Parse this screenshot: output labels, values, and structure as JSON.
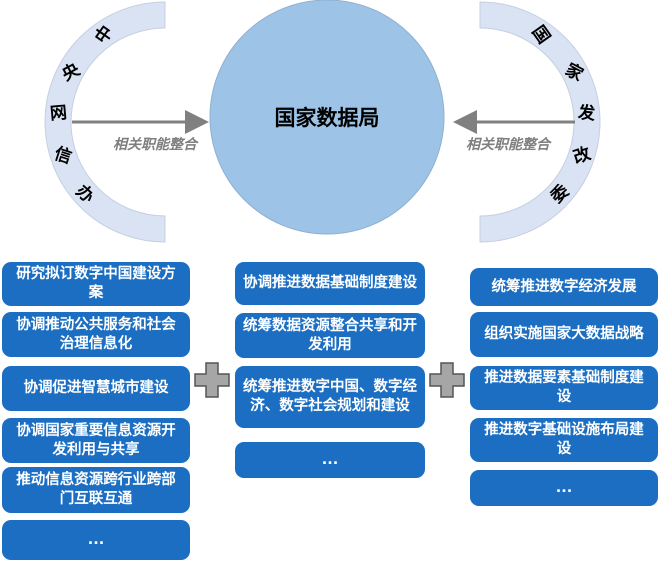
{
  "center": {
    "title": "国家数据局"
  },
  "left_org": {
    "chars": [
      "中",
      "央",
      "网",
      "信",
      "办"
    ],
    "arrow_label": "相关职能整合"
  },
  "right_org": {
    "chars": [
      "国",
      "家",
      "发",
      "改",
      "委"
    ],
    "arrow_label": "相关职能整合"
  },
  "columns": {
    "left": [
      "研究拟订数字中国建设方案",
      "协调推动公共服务和社会治理信息化",
      "协调促进智慧城市建设",
      "协调国家重要信息资源开发利用与共享",
      "推动信息资源跨行业跨部门互联互通",
      "..."
    ],
    "middle": [
      "协调推进数据基础制度建设",
      "统筹数据资源整合共享和开发利用",
      "统筹推进数字中国、数字经济、数字社会规划和建设",
      "..."
    ],
    "right": [
      "统筹推进数字经济发展",
      "组织实施国家大数据战略",
      "推进数据要素基础制度建设",
      "推进数字基础设施布局建设",
      "..."
    ]
  },
  "colors": {
    "box": "#1b6ec2",
    "circle": "#9dc3e6",
    "arc": "#dae3f3",
    "arrow": "#808080",
    "plus": "#a6a6a6"
  }
}
